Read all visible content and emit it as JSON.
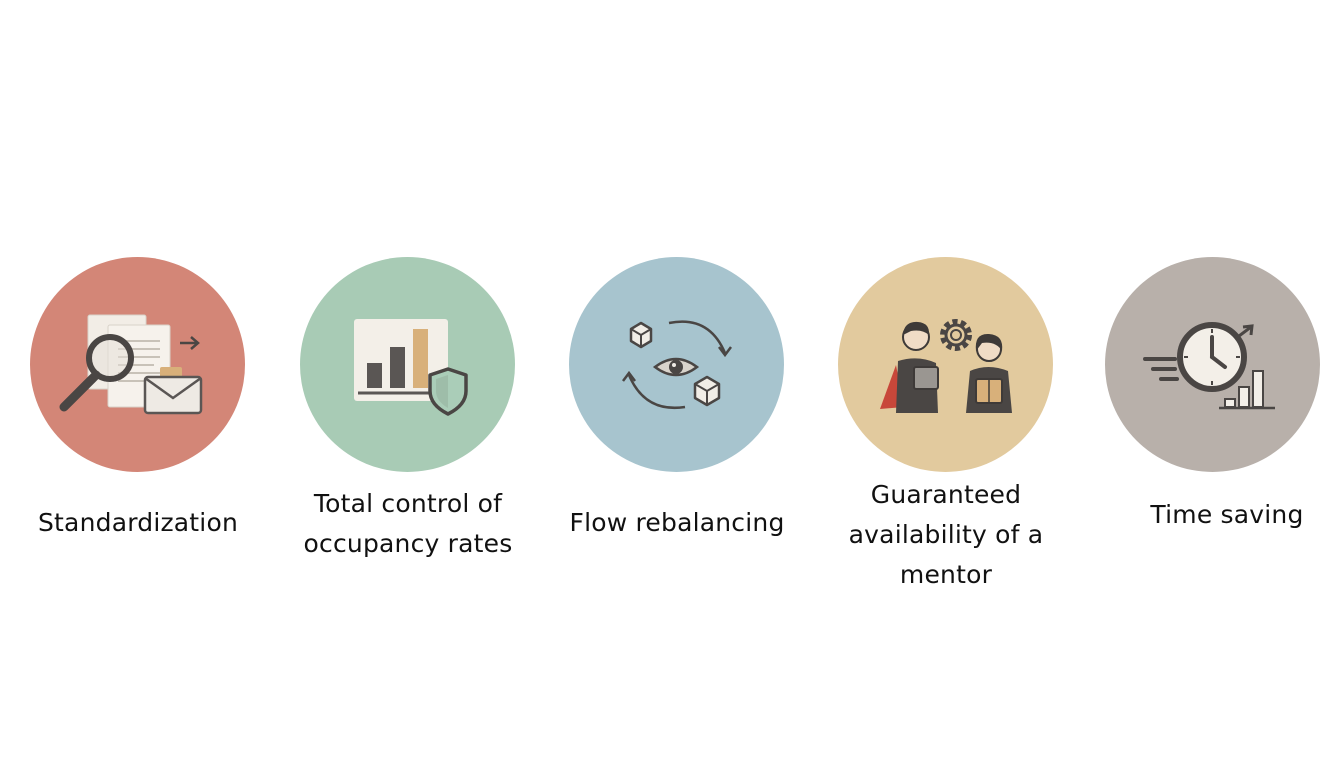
{
  "items": [
    {
      "label_lines": [
        "Standardization"
      ],
      "color": "#d38677",
      "icon": "magnifier-documents-envelope-icon"
    },
    {
      "label_lines": [
        "Total control of",
        "occupancy rates"
      ],
      "color": "#a8cbb5",
      "icon": "bar-chart-shield-icon"
    },
    {
      "label_lines": [
        "Flow rebalancing"
      ],
      "color": "#a7c4ce",
      "icon": "boxes-cycle-eye-icon"
    },
    {
      "label_lines": [
        "Guaranteed",
        "availability of a",
        "mentor"
      ],
      "color": "#e2ca9e",
      "icon": "mentor-mentee-gear-icon"
    },
    {
      "label_lines": [
        "Time saving"
      ],
      "color": "#b8b0aa",
      "icon": "clock-speed-chart-icon"
    }
  ]
}
